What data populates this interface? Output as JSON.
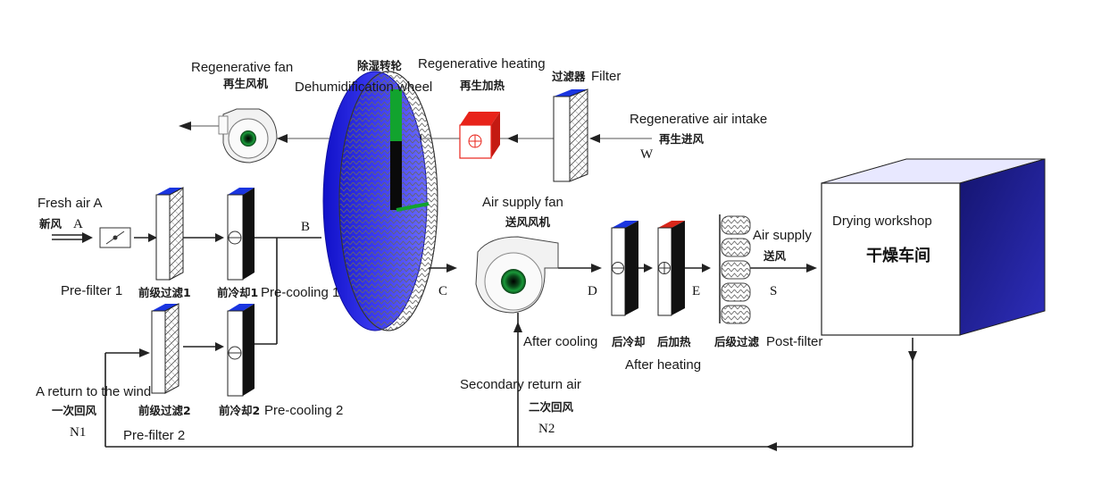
{
  "labels": {
    "regen_fan_en": "Regenerative fan",
    "regen_fan_cn": "再生风机",
    "wheel_cn": "除湿转轮",
    "wheel_en": "Dehumidification wheel",
    "regen_heat_en": "Regenerative heating",
    "regen_heat_cn": "再生加热",
    "filter_cn": "过滤器",
    "filter_en": "Filter",
    "regen_intake_en": "Regenerative air intake",
    "regen_intake_cn": "再生进风",
    "regen_letter": "W",
    "fresh_en": "Fresh air A",
    "fresh_cn": "新风",
    "letter_A": "A",
    "letter_B": "B",
    "letter_C": "C",
    "letter_D": "D",
    "letter_E": "E",
    "letter_S": "S",
    "prefilter1_en": "Pre-filter 1",
    "prefilter1_cn": "前级过滤1",
    "precool1_cn": "前冷却1",
    "precool1_en": "Pre-cooling 1",
    "supply_fan_en": "Air supply fan",
    "supply_fan_cn": "送风风机",
    "after_cool_en": "After cooling",
    "after_cool_cn": "后冷却",
    "after_heat_cn": "后加热",
    "after_heat_en": "After heating",
    "post_filter_cn": "后级过滤",
    "post_filter_en": "Post-filter",
    "air_supply_en": "Air supply",
    "air_supply_cn": "送风",
    "workshop_en": "Drying workshop",
    "workshop_cn": "干燥车间",
    "return1_en": "A return to the wind",
    "return1_cn": "一次回风",
    "return1_letter": "N1",
    "prefilter2_cn": "前级过滤2",
    "prefilter2_en": "Pre-filter 2",
    "precool2_cn": "前冷却2",
    "precool2_en": "Pre-cooling 2",
    "return2_en": "Secondary return air",
    "return2_cn": "二次回风",
    "return2_letter": "N2"
  },
  "colors": {
    "wheel_blue": "#2626e0",
    "heater_red": "#e8231a",
    "cap_blue": "#1a35e0",
    "cap_red": "#d8261a",
    "wheel_sector_green": "#12a32e",
    "workshop_side": "#1c1c8a"
  }
}
